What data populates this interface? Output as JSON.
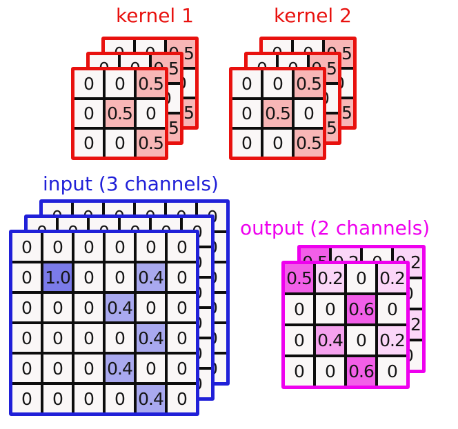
{
  "colors": {
    "red": "#e8110e",
    "red_fill": "#f8b6b6",
    "blue": "#2020d8",
    "blue_fill_strong": "#7b7bea",
    "blue_fill_light": "#a9a9ef",
    "magenta": "#ee00ee",
    "magenta_fill_strong": "#f25fe8",
    "magenta_fill_medium": "#f5a2ee",
    "magenta_fill_light": "#fbd6f8",
    "cell_bg": "#faf7f7",
    "grid_line": "#0d0d0d"
  },
  "kernel1": {
    "title": "kernel 1",
    "layers": 3,
    "values": [
      [
        "0",
        "0",
        "0.5"
      ],
      [
        "0",
        "0.5",
        "0"
      ],
      [
        "0",
        "0",
        "0.5"
      ]
    ],
    "fills": [
      [
        "",
        "",
        "red_fill"
      ],
      [
        "",
        "red_fill",
        ""
      ],
      [
        "",
        "",
        "red_fill"
      ]
    ]
  },
  "kernel2": {
    "title": "kernel 2",
    "layers": 3,
    "values": [
      [
        "0",
        "0",
        "0.5"
      ],
      [
        "0",
        "0.5",
        "0"
      ],
      [
        "0",
        "0",
        "0.5"
      ]
    ],
    "fills": [
      [
        "",
        "",
        "red_fill"
      ],
      [
        "",
        "red_fill",
        ""
      ],
      [
        "",
        "",
        "red_fill"
      ]
    ]
  },
  "input": {
    "title": "input (3 channels)",
    "layers": 3,
    "values": [
      [
        "0",
        "0",
        "0",
        "0",
        "0",
        "0"
      ],
      [
        "0",
        "1.0",
        "0",
        "0",
        "0.4",
        "0"
      ],
      [
        "0",
        "0",
        "0",
        "0.4",
        "0",
        "0"
      ],
      [
        "0",
        "0",
        "0",
        "0",
        "0.4",
        "0"
      ],
      [
        "0",
        "0",
        "0",
        "0.4",
        "0",
        "0"
      ],
      [
        "0",
        "0",
        "0",
        "0",
        "0.4",
        "0"
      ]
    ],
    "fills": [
      [
        "",
        "",
        "",
        "",
        "",
        ""
      ],
      [
        "",
        "blue_fill_strong",
        "",
        "",
        "blue_fill_light",
        ""
      ],
      [
        "",
        "",
        "",
        "blue_fill_light",
        "",
        ""
      ],
      [
        "",
        "",
        "",
        "",
        "blue_fill_light",
        ""
      ],
      [
        "",
        "",
        "",
        "blue_fill_light",
        "",
        ""
      ],
      [
        "",
        "",
        "",
        "",
        "blue_fill_light",
        ""
      ]
    ]
  },
  "output": {
    "title": "output (2 channels)",
    "layers": 2,
    "values": [
      [
        "0.5",
        "0.2",
        "0",
        "0.2"
      ],
      [
        "0",
        "0",
        "0.6",
        "0"
      ],
      [
        "0",
        "0.4",
        "0",
        "0.2"
      ],
      [
        "0",
        "0",
        "0.6",
        "0"
      ]
    ],
    "fills": [
      [
        "magenta_fill_strong",
        "magenta_fill_light",
        "",
        "magenta_fill_light"
      ],
      [
        "",
        "",
        "magenta_fill_strong",
        ""
      ],
      [
        "",
        "magenta_fill_medium",
        "",
        "magenta_fill_light"
      ],
      [
        "",
        "",
        "magenta_fill_strong",
        ""
      ]
    ]
  }
}
